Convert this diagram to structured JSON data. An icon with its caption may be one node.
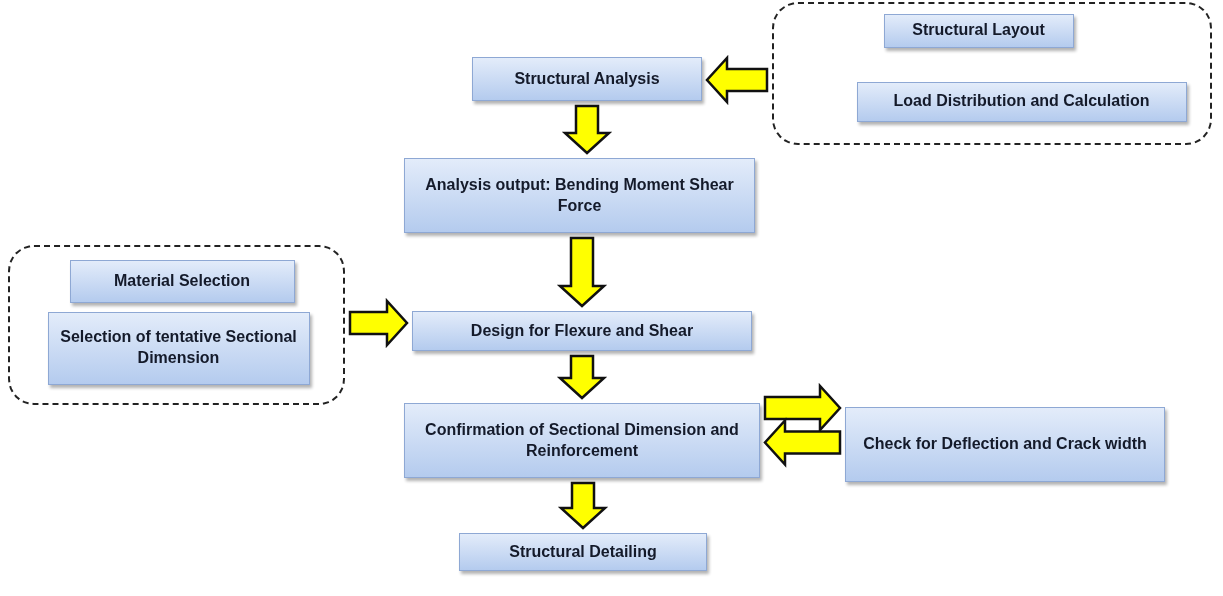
{
  "diagram": {
    "nodes": [
      {
        "text": [],
        "shape": "box"
      },
      {
        "text": [
          "Structural Layout"
        ],
        "in": 0
      },
      {
        "text": [
          "Load Distribution and Calculation"
        ],
        "in": 0
      },
      {
        "text": [
          "Structural Analysis"
        ]
      },
      {
        "text": [
          "Analysis output: Bending Moment Shear Force"
        ]
      },
      {
        "text": [],
        "shape": "box"
      },
      {
        "text": [
          "Material Selection"
        ],
        "in": 5
      },
      {
        "text": [
          "Selection of tentative Sectional Dimension"
        ],
        "in": 5
      },
      {
        "text": [
          "Design for Flexure and Shear"
        ]
      },
      {
        "text": [
          "Confirmation of Sectional Dimension and Reinforcement"
        ]
      },
      {
        "text": [
          "Check for Deflection and Crack width"
        ]
      },
      {
        "text": [
          "Structural Detailing"
        ]
      }
    ],
    "edges": [
      {
        "from": 0,
        "to": 3,
        "arrow": "to"
      },
      {
        "from": 3,
        "to": 4,
        "arrow": "to"
      },
      {
        "from": 4,
        "to": 8,
        "arrow": "to"
      },
      {
        "from": 5,
        "to": 8,
        "arrow": "to"
      },
      {
        "from": 8,
        "to": 9,
        "arrow": "to"
      },
      {
        "from": 9,
        "to": 10,
        "arrow": "to"
      },
      {
        "from": 10,
        "to": 9,
        "arrow": "to"
      },
      {
        "from": 9,
        "to": 11,
        "arrow": "to"
      }
    ]
  }
}
